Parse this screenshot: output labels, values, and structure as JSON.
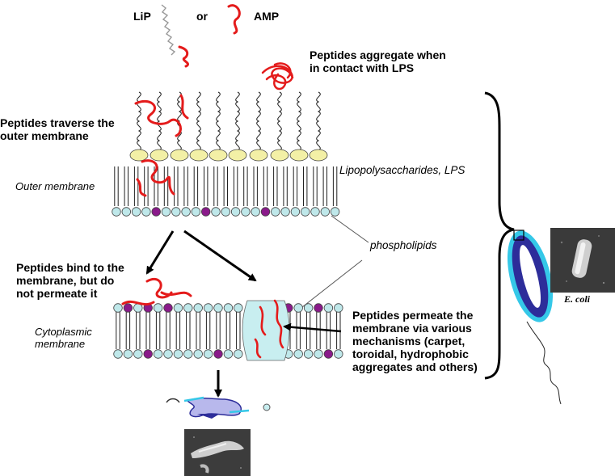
{
  "header": {
    "lip_label": "LiP",
    "or_label": "or",
    "amp_label": "AMP"
  },
  "labels": {
    "aggregate": "Peptides aggregate when\nin contact with LPS",
    "traverse": "Peptides traverse the\nouter membrane",
    "outer_membrane": "Outer membrane",
    "lps": "Lipopolysaccharides, LPS",
    "phospholipids": "phospholipids",
    "bind": "Peptides bind to the\nmembrane, but do\nnot permeate it",
    "cytoplasmic": "Cytoplasmic\nmembrane",
    "permeate": "Peptides permeate the\nmembrane via various\nmechanisms (carpet,\ntoroidal, hydrophobic\naggregates and others)",
    "ecoli": "E. coli"
  },
  "colors": {
    "peptide": "#e41b1b",
    "lps_head": "#f3f0a6",
    "lipid_head": "#bfe8ea",
    "lipid_head_dark": "#8a1a8a",
    "pore": "#c8eef0",
    "cell_body": "#2d2d9a",
    "cell_edge": "#35c8e8",
    "debris": "#3a3a8c"
  },
  "icons": {
    "arrow": "arrow-icon",
    "brace": "curly-brace-icon",
    "bacterium": "bacterium-icon",
    "micrograph": "micrograph-image"
  }
}
